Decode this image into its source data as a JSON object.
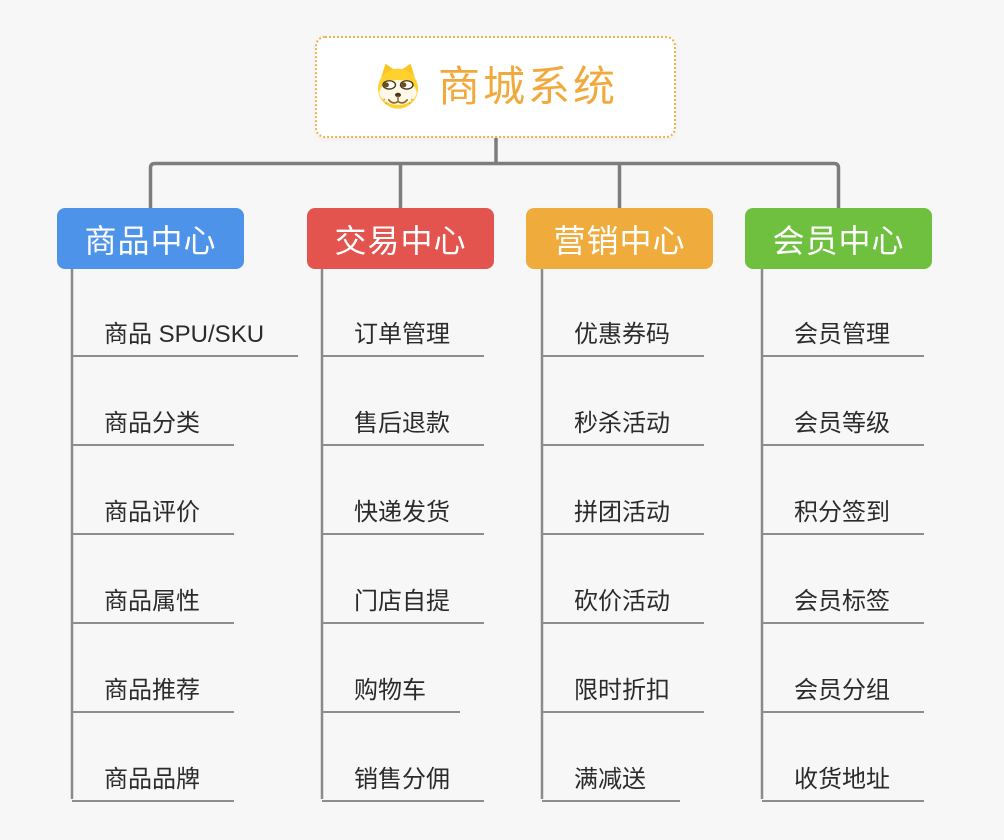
{
  "page": {
    "background_color": "#f7f7f7",
    "connector_color": "#7d7d7d"
  },
  "root": {
    "title": "商城系统",
    "icon": "dog-face-icon",
    "accent_color": "#f2a93c",
    "border_color": "#f0b24a"
  },
  "branches": [
    {
      "title": "商品中心",
      "color": "#4d93e9",
      "items": [
        "商品 SPU/SKU",
        "商品分类",
        "商品评价",
        "商品属性",
        "商品推荐",
        "商品品牌"
      ]
    },
    {
      "title": "交易中心",
      "color": "#e4544f",
      "items": [
        "订单管理",
        "售后退款",
        "快递发货",
        "门店自提",
        "购物车",
        "销售分佣"
      ]
    },
    {
      "title": "营销中心",
      "color": "#efac3c",
      "items": [
        "优惠券码",
        "秒杀活动",
        "拼团活动",
        "砍价活动",
        "限时折扣",
        "满减送"
      ]
    },
    {
      "title": "会员中心",
      "color": "#70c040",
      "items": [
        "会员管理",
        "会员等级",
        "积分签到",
        "会员标签",
        "会员分组",
        "收货地址"
      ]
    }
  ]
}
